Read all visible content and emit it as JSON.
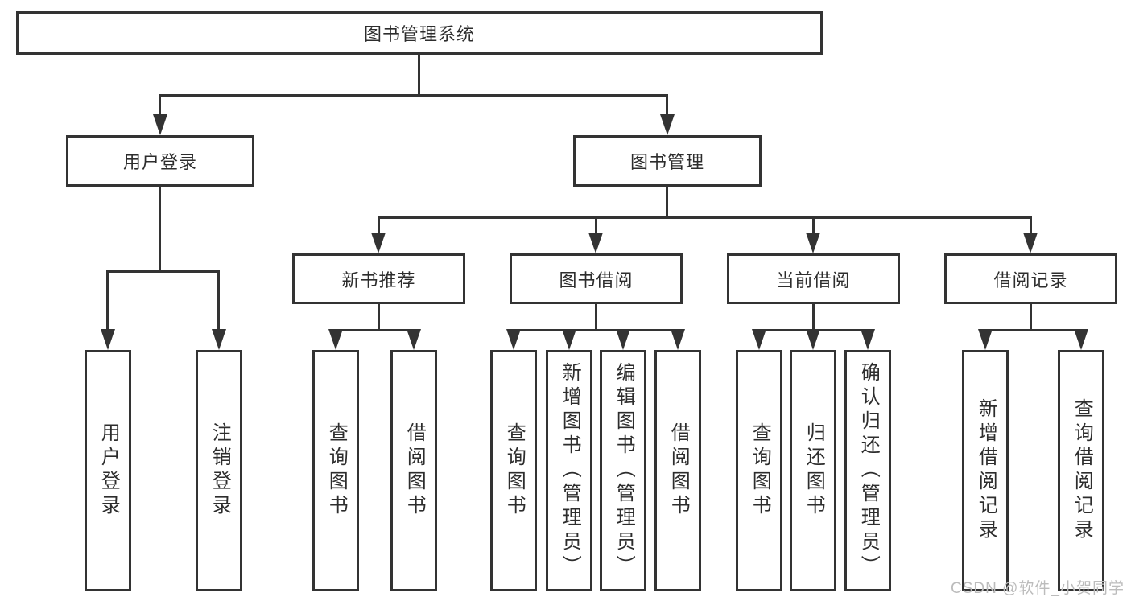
{
  "diagram_title": "图书管理系统",
  "nodes": {
    "root": "图书管理系统",
    "user_login": "用户登录",
    "book_management": "图书管理",
    "new_book_recommend": "新书推荐",
    "book_borrow": "图书借阅",
    "current_borrow": "当前借阅",
    "borrow_records": "借阅记录",
    "leaf_user_login": "用户登录",
    "leaf_logout_login": "注销登录",
    "leaf_rec_query_book": "查询图书",
    "leaf_rec_borrow_book": "借阅图书",
    "leaf_bb_query_book": "查询图书",
    "leaf_bb_add_book": "新增图书（管理员）",
    "leaf_bb_edit_book": "编辑图书（管理员）",
    "leaf_bb_borrow_book": "借阅图书",
    "leaf_cb_query_book": "查询图书",
    "leaf_cb_return_book": "归还图书",
    "leaf_cb_confirm_return": "确认归还（管理员）",
    "leaf_br_add_record": "新增借阅记录",
    "leaf_br_query_record": "查询借阅记录"
  },
  "watermark": "CSDN @软件_小贺同学",
  "colors": {
    "line": "#333333",
    "text": "#2d2d2d",
    "background": "#ffffff",
    "watermark": "#bcbcbc"
  }
}
